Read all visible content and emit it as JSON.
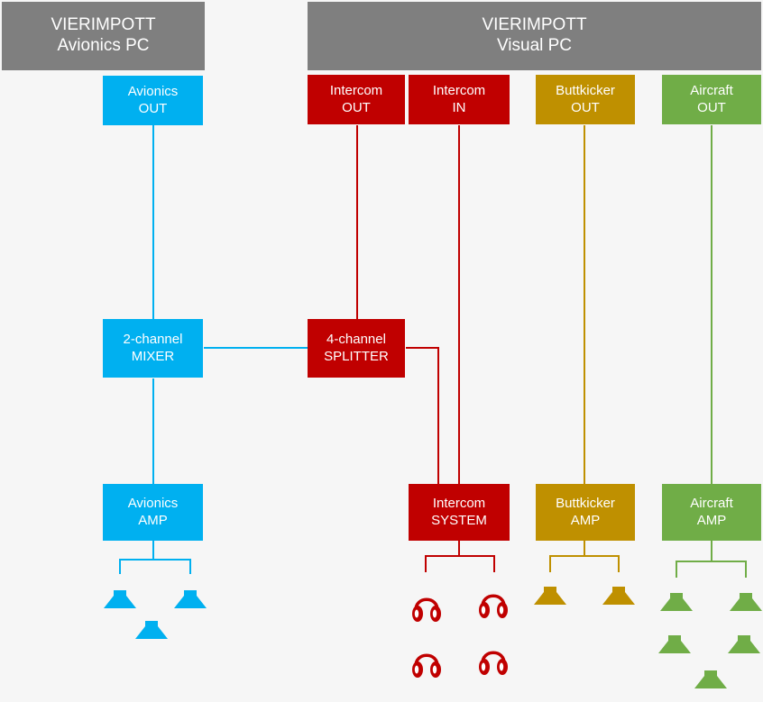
{
  "headers": {
    "avionics_pc": {
      "line1": "VIERIMPOTT",
      "line2": "Avionics PC"
    },
    "visual_pc": {
      "line1": "VIERIMPOTT",
      "line2": "Visual PC"
    }
  },
  "nodes": {
    "avionics_out": {
      "line1": "Avionics",
      "line2": "OUT"
    },
    "intercom_out": {
      "line1": "Intercom",
      "line2": "OUT"
    },
    "intercom_in": {
      "line1": "Intercom",
      "line2": "IN"
    },
    "buttkicker_out": {
      "line1": "Buttkicker",
      "line2": "OUT"
    },
    "aircraft_out": {
      "line1": "Aircraft",
      "line2": "OUT"
    },
    "mixer": {
      "line1": "2-channel",
      "line2": "MIXER"
    },
    "splitter": {
      "line1": "4-channel",
      "line2": "SPLITTER"
    },
    "avionics_amp": {
      "line1": "Avionics",
      "line2": "AMP"
    },
    "intercom_system": {
      "line1": "Intercom",
      "line2": "SYSTEM"
    },
    "buttkicker_amp": {
      "line1": "Buttkicker",
      "line2": "AMP"
    },
    "aircraft_amp": {
      "line1": "Aircraft",
      "line2": "AMP"
    }
  },
  "colors": {
    "header": "#7f7f7f",
    "avionics": "#00b0f0",
    "intercom": "#c00000",
    "buttkicker": "#bf9000",
    "aircraft": "#70ad47"
  },
  "icons": {
    "avionics_outputs": [
      "speaker-icon",
      "speaker-icon",
      "speaker-icon"
    ],
    "intercom_outputs": [
      "headphones-icon",
      "headphones-icon",
      "headphones-icon",
      "headphones-icon"
    ],
    "buttkicker_outputs": [
      "speaker-icon",
      "speaker-icon"
    ],
    "aircraft_outputs": [
      "speaker-icon",
      "speaker-icon",
      "speaker-icon",
      "speaker-icon",
      "speaker-icon"
    ]
  }
}
